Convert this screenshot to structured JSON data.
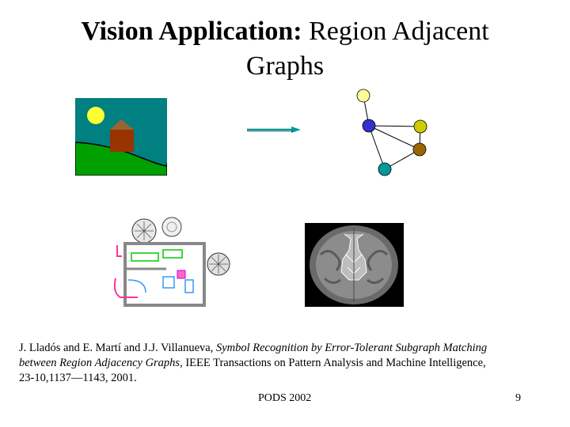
{
  "slide": {
    "title_bold": "Vision Application:",
    "title_rest_line1": " Region Adjacent",
    "title_line2": "Graphs",
    "citation": {
      "authors": "J. Lladós and  E. Martí and J.J. Villanueva, ",
      "paper_title": "Symbol Recognition by Error-Tolerant Subgraph Matching between Region Adjacency Graphs",
      "venue": ", IEEE Transactions on Pattern Analysis and Machine Intelligence, 23-10,1137—1143, 2001."
    },
    "footer_center": "PODS 2002",
    "page_number": "9"
  },
  "graph": {
    "nodes": [
      {
        "name": "node-pale-yellow",
        "color": "#ffff99"
      },
      {
        "name": "node-blue",
        "color": "#3333cc"
      },
      {
        "name": "node-olive",
        "color": "#cccc00"
      },
      {
        "name": "node-brown",
        "color": "#996600"
      },
      {
        "name": "node-teal",
        "color": "#009999"
      }
    ],
    "edge_color": "#000000"
  },
  "colors": {
    "sky": "#008080",
    "grass": "#00a000",
    "sun": "#ffff33",
    "house_wall": "#993300",
    "roof": "#996633",
    "arrow": "#009999"
  }
}
